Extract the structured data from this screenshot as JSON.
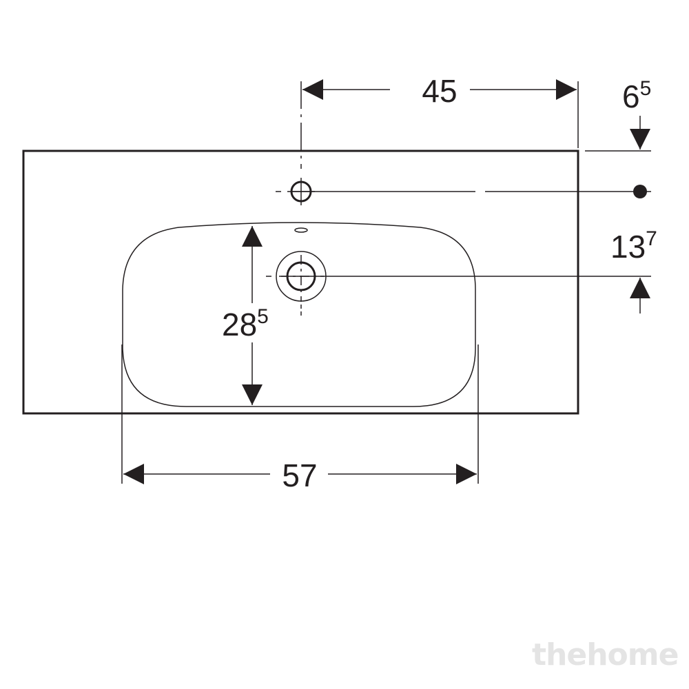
{
  "dimensions": {
    "faucet_offset": {
      "main": "45",
      "sup": ""
    },
    "edge_to_tap": {
      "main": "6",
      "sup": "5"
    },
    "tap_to_drain": {
      "main": "13",
      "sup": "7"
    },
    "bowl_depth": {
      "main": "28",
      "sup": "5"
    },
    "bowl_width": {
      "main": "57",
      "sup": ""
    }
  },
  "watermark": "thehome",
  "colors": {
    "ink": "#231f20",
    "watermark": "#e4e4e4",
    "background": "#ffffff"
  }
}
